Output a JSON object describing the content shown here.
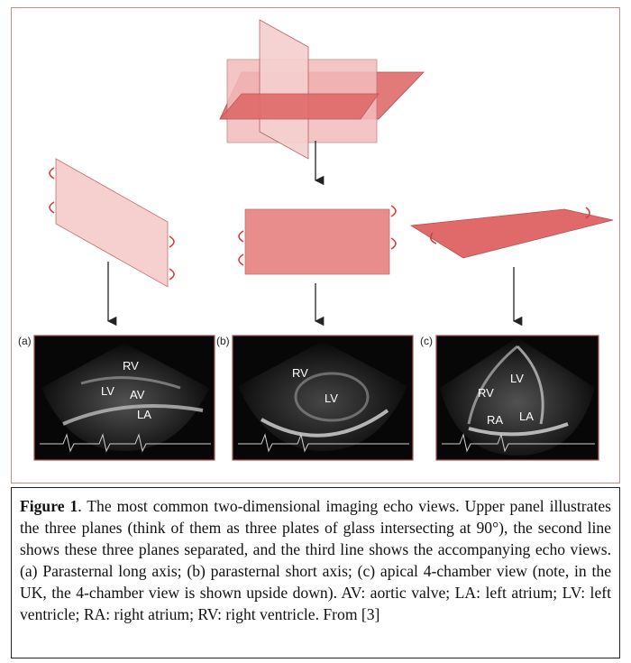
{
  "panels": [
    {
      "label": "(a)",
      "structures": [
        "RV",
        "LV",
        "AV",
        "LA"
      ]
    },
    {
      "label": "(b)",
      "structures": [
        "RV",
        "LV"
      ]
    },
    {
      "label": "(c)",
      "structures": [
        "LV",
        "RV",
        "RA",
        "LA"
      ]
    }
  ],
  "caption": {
    "label": "Figure 1",
    "text": ". The most common two-dimensional imaging echo views. Upper panel illustrates the three planes (think of them as three plates of glass intersecting at 90°), the second line shows these three planes separated, and the third line shows the accompanying echo views. (a) Parasternal long axis; (b) parasternal short axis; (c) apical 4-chamber view (note, in the UK, the 4-chamber view is shown upside down). AV: aortic valve; LA: left atrium; LV: left ventricle; RA: right atrium; RV: right ventricle. From [3]"
  },
  "colors": {
    "plane_dark": "#e06a6a",
    "plane_mid": "#ec9a9a",
    "plane_light": "#f6cfcf",
    "rotation_arrow": "#d83a3a",
    "frame_border": "#c98a8a"
  }
}
